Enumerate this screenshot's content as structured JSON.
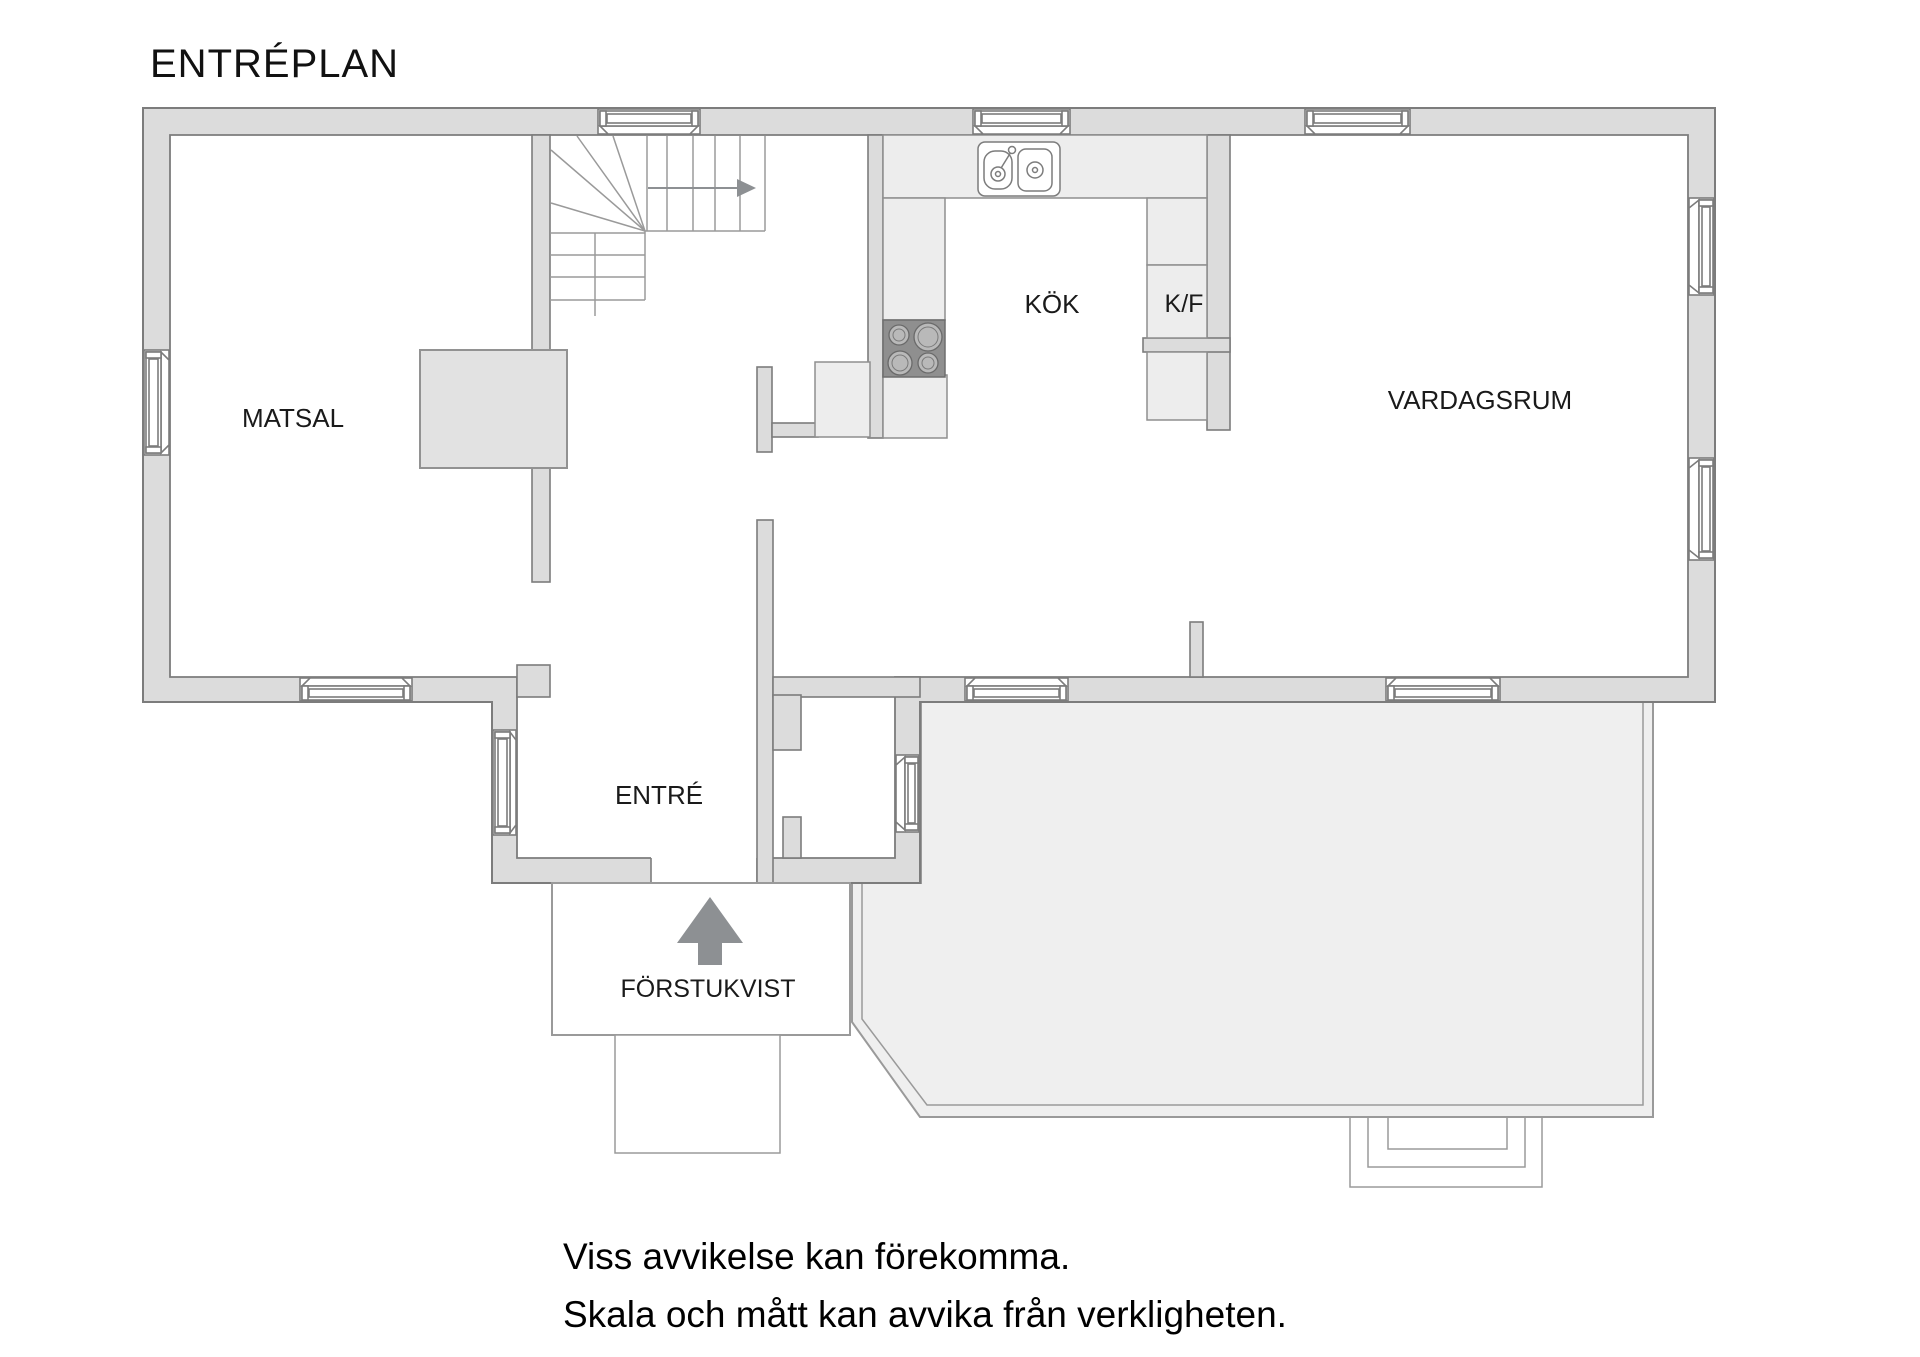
{
  "title": "ENTRÉPLAN",
  "rooms": {
    "matsal": {
      "label": "MATSAL"
    },
    "kok": {
      "label": "KÖK"
    },
    "kf": {
      "label": "K/F"
    },
    "vardagsrum": {
      "label": "VARDAGSRUM"
    },
    "entre": {
      "label": "ENTRÉ"
    },
    "forstukvist": {
      "label": "FÖRSTUKVIST"
    }
  },
  "disclaimer": {
    "line1": "Viss avvikelse kan förekomma.",
    "line2": "Skala och mått kan avvika från verkligheten."
  },
  "colors": {
    "wall-fill": "#dcdcdc",
    "wall-stroke": "#7c7c7c",
    "terrace-fill": "#efefef",
    "line": "#9a9a9a",
    "counter-fill": "#ededed",
    "stove": "#8f8f8f",
    "arrow": "#8d9093",
    "text": "#1a1a1a"
  }
}
